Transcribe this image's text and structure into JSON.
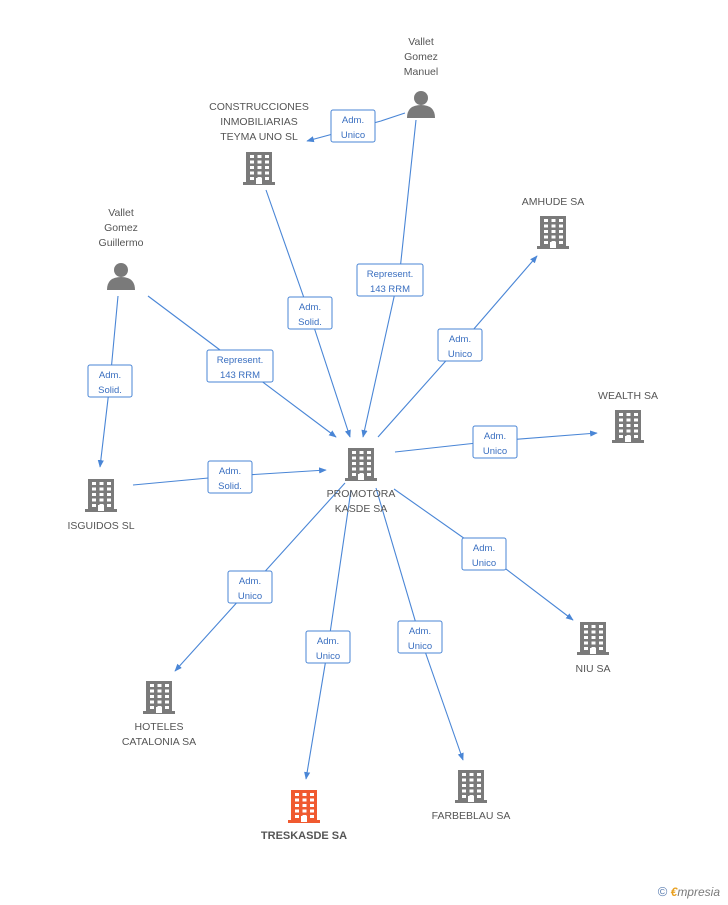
{
  "colors": {
    "edge": "#4a86d6",
    "node": "#7a7a7a",
    "focus": "#f05a30"
  },
  "nodes": [
    {
      "id": "vallet-manuel",
      "type": "person",
      "label": [
        "Vallet",
        "Gomez",
        "Manuel"
      ]
    },
    {
      "id": "construcciones",
      "type": "company",
      "label": [
        "CONSTRUCCIONES",
        "INMOBILIARIAS",
        "TEYMA UNO SL"
      ]
    },
    {
      "id": "vallet-guillermo",
      "type": "person",
      "label": [
        "Vallet",
        "Gomez",
        "Guillermo"
      ]
    },
    {
      "id": "amhude",
      "type": "company",
      "label": [
        "AMHUDE SA"
      ]
    },
    {
      "id": "wealth",
      "type": "company",
      "label": [
        "WEALTH SA"
      ]
    },
    {
      "id": "promotora",
      "type": "company",
      "label": [
        "PROMOTORA",
        "KASDE SA"
      ]
    },
    {
      "id": "isguidos",
      "type": "company",
      "label": [
        "ISGUIDOS SL"
      ]
    },
    {
      "id": "niu",
      "type": "company",
      "label": [
        "NIU SA"
      ]
    },
    {
      "id": "hoteles",
      "type": "company",
      "label": [
        "HOTELES",
        "CATALONIA SA"
      ]
    },
    {
      "id": "treskasde",
      "type": "company",
      "focus": true,
      "label": [
        "TRESKASDE SA"
      ]
    },
    {
      "id": "farbeblau",
      "type": "company",
      "label": [
        "FARBEBLAU SA"
      ]
    }
  ],
  "edges": [
    {
      "from": "vallet-manuel",
      "to": "construcciones",
      "label": [
        "Adm.",
        "Unico"
      ]
    },
    {
      "from": "vallet-manuel",
      "to": "promotora",
      "label": [
        "Represent.",
        "143 RRM"
      ]
    },
    {
      "from": "construcciones",
      "to": "promotora",
      "label": [
        "Adm.",
        "Solid."
      ]
    },
    {
      "from": "vallet-guillermo",
      "to": "promotora",
      "label": [
        "Represent.",
        "143 RRM"
      ]
    },
    {
      "from": "vallet-guillermo",
      "to": "isguidos",
      "label": [
        "Adm.",
        "Solid."
      ]
    },
    {
      "from": "isguidos",
      "to": "promotora",
      "label": [
        "Adm.",
        "Solid."
      ]
    },
    {
      "from": "promotora",
      "to": "amhude",
      "label": [
        "Adm.",
        "Unico"
      ]
    },
    {
      "from": "promotora",
      "to": "wealth",
      "label": [
        "Adm.",
        "Unico"
      ]
    },
    {
      "from": "promotora",
      "to": "niu",
      "label": [
        "Adm.",
        "Unico"
      ]
    },
    {
      "from": "promotora",
      "to": "hoteles",
      "label": [
        "Adm.",
        "Unico"
      ]
    },
    {
      "from": "promotora",
      "to": "treskasde",
      "label": [
        "Adm.",
        "Unico"
      ]
    },
    {
      "from": "promotora",
      "to": "farbeblau",
      "label": [
        "Adm.",
        "Unico"
      ]
    }
  ],
  "brand": {
    "copyright": "©",
    "e": "€",
    "rest": "mpresia"
  }
}
